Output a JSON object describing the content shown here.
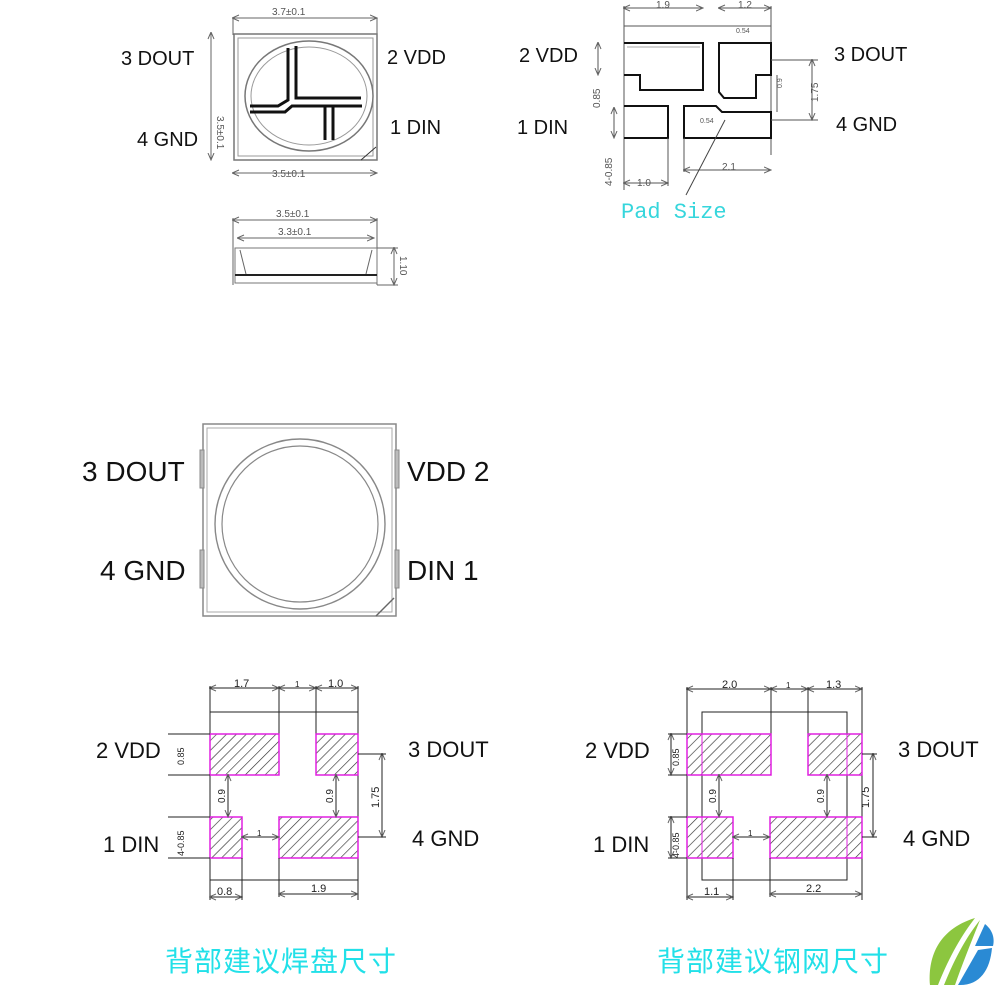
{
  "top_view": {
    "pins": {
      "dout": "3 DOUT",
      "gnd": "4 GND",
      "vdd": "2 VDD",
      "din": "1 DIN"
    },
    "dims": {
      "top_width": "3.7±0.1",
      "bottom_width": "3.5±0.1",
      "height": "3.5±0.1"
    }
  },
  "side_view": {
    "dims": {
      "outer_width": "3.5±0.1",
      "inner_width": "3.3±0.1",
      "height": "1.10"
    }
  },
  "pad_view": {
    "pins": {
      "vdd": "2 VDD",
      "din": "1 DIN",
      "dout": "3 DOUT",
      "gnd": "4 GND"
    },
    "dims": {
      "left_width": "1.9",
      "right_width": "1.2",
      "gap_top": "0.54",
      "gap_mid": "0.54",
      "pad_h_left": "0.85",
      "pad_h_bottom": "4-0.85",
      "right_pitch": "1.75",
      "right_gap": "0.9",
      "bottom_left_w": "1.0",
      "bottom_right_w": "2.1"
    },
    "label": "Pad Size"
  },
  "big_led": {
    "pins": {
      "dout": "3 DOUT",
      "vdd": "VDD 2",
      "gnd": "4 GND",
      "din": "DIN 1"
    }
  },
  "solder_pad": {
    "pins": {
      "vdd": "2 VDD",
      "din": "1 DIN",
      "dout": "3 DOUT",
      "gnd": "4 GND"
    },
    "dims": {
      "top_left": "1.7",
      "top_gap": "1",
      "top_right": "1.0",
      "pad_h_top": "0.85",
      "pad_h_bottom": "4-0.85",
      "vgap_left": "0.9",
      "vgap_right": "0.9",
      "pitch": "1.75",
      "hgap": "1",
      "bottom_left": "0.8",
      "bottom_right": "1.9"
    },
    "caption": "背部建议焊盘尺寸"
  },
  "stencil": {
    "pins": {
      "vdd": "2 VDD",
      "din": "1 DIN",
      "dout": "3 DOUT",
      "gnd": "4 GND"
    },
    "dims": {
      "top_left": "2.0",
      "top_gap": "1",
      "top_right": "1.3",
      "pad_h_top": "0.85",
      "pad_h_bottom": "4-0.85",
      "vgap_left": "0.9",
      "vgap_right": "0.9",
      "pitch": "1.75",
      "hgap": "1",
      "bottom_left": "1.1",
      "bottom_right": "2.2"
    },
    "caption": "背部建议钢网尺寸"
  },
  "colors": {
    "pad_outline": "#e020e0",
    "caption": "#22e0e8",
    "logo_green": "#8cc63f",
    "logo_blue": "#2a8ad4"
  }
}
